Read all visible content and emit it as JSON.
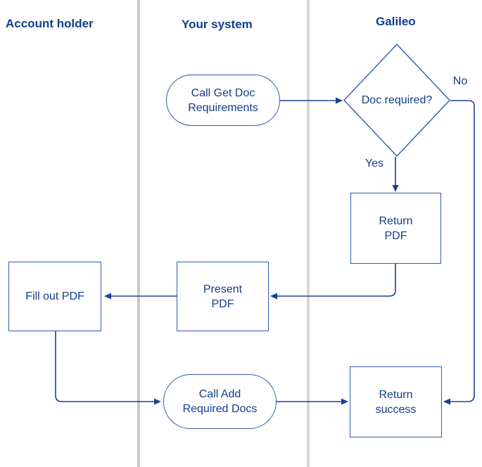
{
  "colors": {
    "ink": "#123c8c",
    "shape_stroke": "#2f5cae",
    "edge": "#1a4090",
    "lane_divider": "#cccccc",
    "background": "#ffffff"
  },
  "lanes": [
    {
      "label": "Account holder"
    },
    {
      "label": "Your system"
    },
    {
      "label": "Galileo"
    }
  ],
  "nodes": {
    "call_get_doc_requirements": {
      "label": "Call Get Doc\nRequirements",
      "shape": "stadium",
      "lane": "Your system"
    },
    "doc_required": {
      "label": "Doc required?",
      "shape": "decision",
      "lane": "Galileo"
    },
    "return_pdf": {
      "label": "Return\nPDF",
      "shape": "process",
      "lane": "Galileo"
    },
    "present_pdf": {
      "label": "Present\nPDF",
      "shape": "process",
      "lane": "Your system"
    },
    "fill_out_pdf": {
      "label": "Fill out PDF",
      "shape": "process",
      "lane": "Account holder"
    },
    "call_add_required_docs": {
      "label": "Call Add\nRequired Docs",
      "shape": "stadium",
      "lane": "Your system"
    },
    "return_success": {
      "label": "Return\nsuccess",
      "shape": "process",
      "lane": "Galileo"
    }
  },
  "edge_labels": {
    "yes": "Yes",
    "no": "No"
  },
  "edges": [
    {
      "from": "call_get_doc_requirements",
      "to": "doc_required",
      "label": ""
    },
    {
      "from": "doc_required",
      "to": "return_pdf",
      "label": "Yes"
    },
    {
      "from": "doc_required",
      "to": "return_success",
      "label": "No"
    },
    {
      "from": "return_pdf",
      "to": "present_pdf",
      "label": ""
    },
    {
      "from": "present_pdf",
      "to": "fill_out_pdf",
      "label": ""
    },
    {
      "from": "fill_out_pdf",
      "to": "call_add_required_docs",
      "label": ""
    },
    {
      "from": "call_add_required_docs",
      "to": "return_success",
      "label": ""
    }
  ]
}
